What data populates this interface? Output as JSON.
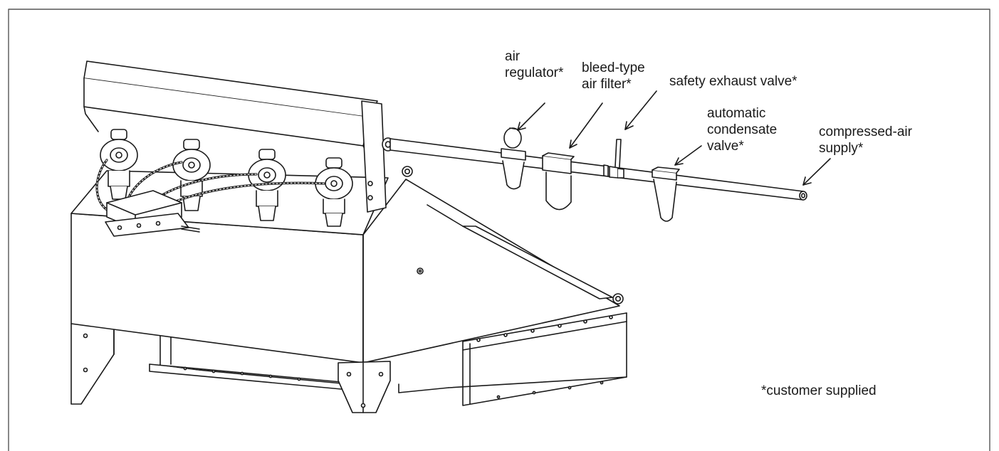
{
  "labels": {
    "air_regulator": [
      "air",
      "regulator*"
    ],
    "air_filter": [
      "bleed-type",
      "air filter*"
    ],
    "safety_valve": [
      "safety exhaust valve*"
    ],
    "condensate_valve": [
      "automatic",
      "condensate",
      "valve*"
    ],
    "compressed_air": [
      "compressed-air",
      "supply*"
    ],
    "footnote": "*customer supplied"
  },
  "colors": {
    "line": "#1a1a1a",
    "fill": "#ffffff",
    "border": "#555555"
  }
}
